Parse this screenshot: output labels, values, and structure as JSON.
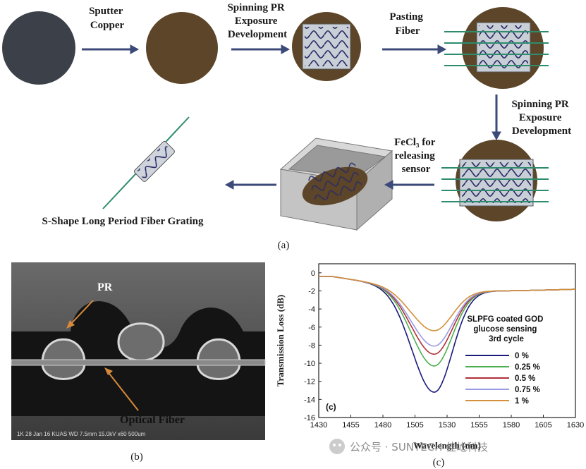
{
  "panel_a": {
    "step1": "Sputter\nCopper",
    "step2": "Spinning PR\nExposure\nDevelopment",
    "step3": "Pasting\nFiber",
    "step4": "Spinning PR\nExposure\nDevelopment",
    "step5": "FeCl₃ for\nreleasing\nsensor",
    "result": "S-Shape Long Period Fiber Grating",
    "caption": "(a)"
  },
  "panel_b": {
    "label_pr": "PR",
    "label_fiber": "Optical Fiber",
    "sem_info": "1K    28 Jan 16    KUAS   WD 7.5mm 15.0kV x60    500um",
    "caption": "(b)"
  },
  "panel_c": {
    "caption": "(c)",
    "panel_tag": "(c)",
    "annotation": [
      "SLPFG coated GOD",
      "glucose sensing",
      "3rd cycle"
    ],
    "chart_data": {
      "type": "line",
      "xlabel": "Wavelength (nm)",
      "ylabel": "Transmission Loss (dB)",
      "xlim": [
        1430,
        1630
      ],
      "ylim": [
        -16,
        1
      ],
      "xticks": [
        1430,
        1455,
        1480,
        1505,
        1530,
        1555,
        1580,
        1605,
        1630
      ],
      "yticks": [
        0,
        -2,
        -4,
        -6,
        -8,
        -10,
        -12,
        -14,
        -16
      ],
      "legend_position": "right",
      "series": [
        {
          "name": "0 %",
          "color": "#1a1a7a",
          "dip_x": 1520,
          "dip_y": -13.2
        },
        {
          "name": "0.25 %",
          "color": "#4caf50",
          "dip_x": 1520,
          "dip_y": -10.3
        },
        {
          "name": "0.5 %",
          "color": "#b0303a",
          "dip_x": 1520,
          "dip_y": -9.0
        },
        {
          "name": "0.75 %",
          "color": "#9a9ae6",
          "dip_x": 1520,
          "dip_y": -8.1
        },
        {
          "name": "1 %",
          "color": "#d4903a",
          "dip_x": 1520,
          "dip_y": -6.4
        }
      ]
    }
  },
  "watermark": "公众号 · SUNTECH 佳屹科技"
}
